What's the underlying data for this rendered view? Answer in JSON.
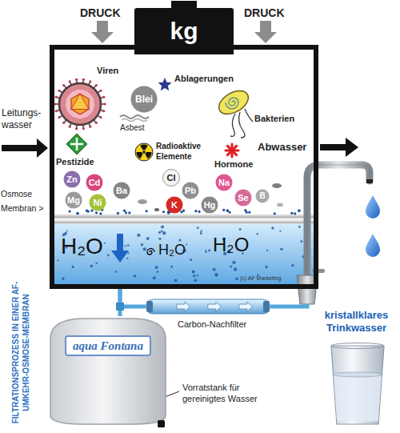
{
  "diagram": {
    "nodes": [
      {
        "text": [
          "kg"
        ]
      },
      {
        "text": [
          "H₂O",
          "H₂O",
          "H₂O"
        ]
      },
      {
        "text": [
          "Blei"
        ],
        "in": 1
      },
      {
        "text": [
          "Zn"
        ],
        "in": 1
      },
      {
        "text": [
          "Cd"
        ],
        "in": 1
      },
      {
        "text": [
          "Cl"
        ],
        "in": 1
      },
      {
        "text": [
          "Na"
        ],
        "in": 1
      },
      {
        "text": [
          "Pb"
        ],
        "in": 1
      },
      {
        "text": [
          "Ba"
        ],
        "in": 1
      },
      {
        "text": [
          "Se"
        ],
        "in": 1
      },
      {
        "text": [
          "B"
        ],
        "in": 1
      },
      {
        "text": [
          "Mg"
        ],
        "in": 1
      },
      {
        "text": [
          "Ni"
        ],
        "in": 1
      },
      {
        "text": [
          "K"
        ],
        "in": 1
      },
      {
        "text": [
          "Hg"
        ],
        "in": 1
      },
      {
        "text": [
          "Carbon-Nachfilter"
        ]
      },
      {
        "text": [
          "aqua Fontana"
        ]
      }
    ],
    "edges": [
      {
        "from": 1,
        "to": 16,
        "arrow": "none"
      },
      {
        "from": 1,
        "to": 15,
        "arrow": "none"
      }
    ],
    "labels": [
      "DRUCK",
      "DRUCK",
      "Leitungs- wasser",
      "Viren",
      "Ablagerungen",
      "Asbest",
      "Bakterien",
      "Pestizide",
      "Radioaktive Elemente",
      "Hormone",
      "Abwasser",
      "Osmose Membran >",
      "(c) AF Marketing",
      "FILTRATIONSPROZESS IN EINER AF-UMKEHR-OSMOSE-MEMBRAN",
      "Vorratstank für gereinigtes Wasser",
      "kristallklares Trinkwasser"
    ]
  }
}
